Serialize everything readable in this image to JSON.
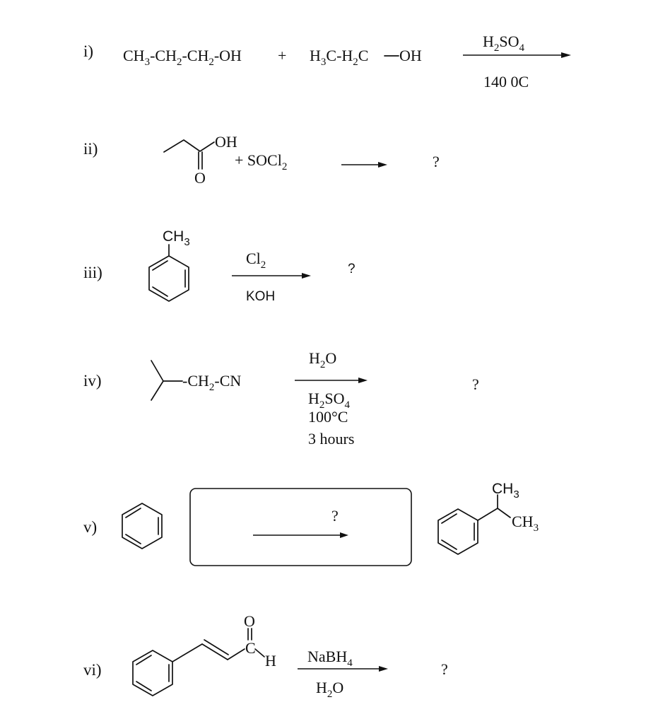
{
  "reactions": [
    {
      "label": "i)",
      "reactant1": {
        "main": "CH",
        "sub1": "3",
        "mid1": "-CH",
        "sub2": "2",
        "mid2": "-CH",
        "sub3": "2",
        "end": "-OH"
      },
      "plus": "+",
      "reactant2": {
        "a": "H",
        "sub1": "3",
        "b": "C-H",
        "sub2": "2",
        "c": "C",
        "d": "OH"
      },
      "reagent_above": {
        "main": "H",
        "sub1": "2",
        "mid": "SO",
        "sub2": "4"
      },
      "reagent_below": "140 0C"
    },
    {
      "label": "ii)",
      "oh": "OH",
      "o": "O",
      "plus": "+ SOCl",
      "sub": "2",
      "product": "?"
    },
    {
      "label": "iii)",
      "substituent": {
        "main": "CH",
        "sub": "3"
      },
      "reagent_above": {
        "main": "Cl",
        "sub": "2"
      },
      "reagent_below": "KOH",
      "product": "?"
    },
    {
      "label": "iv)",
      "chain": {
        "main": "-CH",
        "sub": "2",
        "end": "-CN"
      },
      "reagent_above": {
        "main": "H",
        "sub": "2",
        "end": "O"
      },
      "reagent_below": [
        {
          "main": "H",
          "sub1": "2",
          "mid": "SO",
          "sub2": "4"
        },
        "100°C",
        "3 hours"
      ],
      "product": "?"
    },
    {
      "label": "v)",
      "unknown": "?",
      "product_ch3_top": {
        "main": "CH",
        "sub": "3"
      },
      "product_ch3_right": {
        "main": "CH",
        "sub": "3"
      }
    },
    {
      "label": "vi)",
      "o": "O",
      "c": "C",
      "h": "H",
      "reagent_above": {
        "main": "NaBH",
        "sub": "4"
      },
      "reagent_below": {
        "main": "H",
        "sub": "2",
        "end": "O"
      },
      "product": "?"
    }
  ]
}
